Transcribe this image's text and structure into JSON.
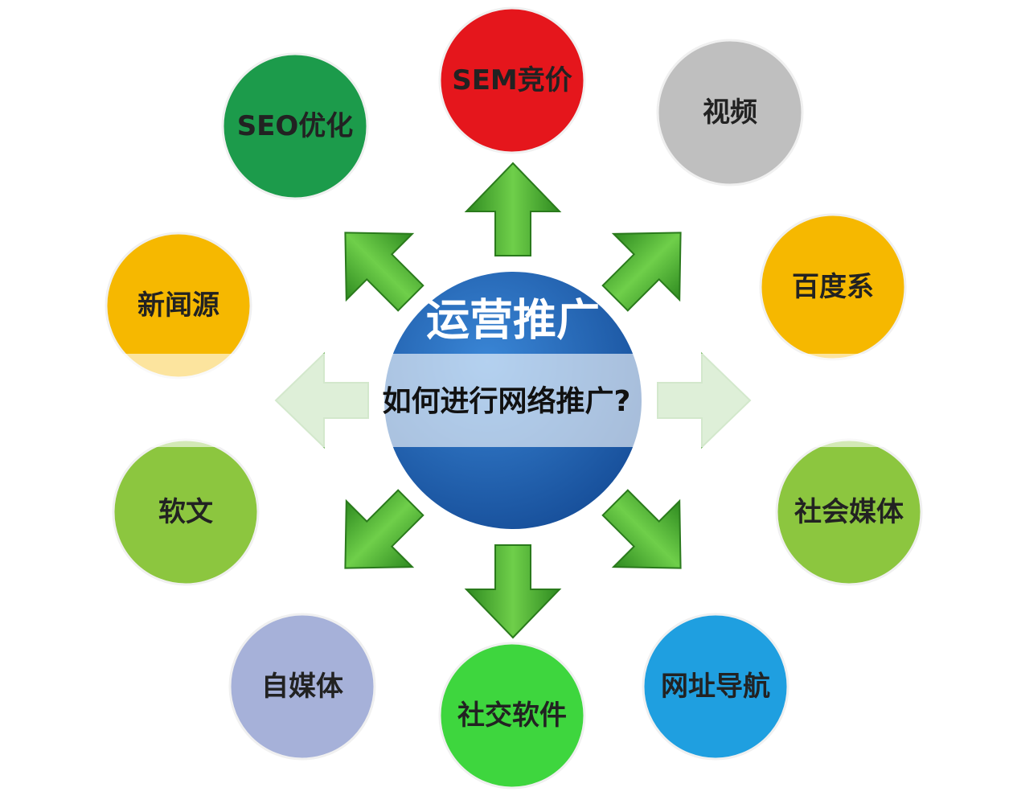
{
  "title": "如何进行网络推广?",
  "center": {
    "label": "运营推广",
    "color": "#1f63b5"
  },
  "arrow_color": "#3a9a2a",
  "nodes": [
    {
      "label": "SEM竞价",
      "color": "#e5161c"
    },
    {
      "label": "视频",
      "color": "#bfbfbf"
    },
    {
      "label": "百度系",
      "color": "#f6b800"
    },
    {
      "label": "社会媒体",
      "color": "#8cc63f"
    },
    {
      "label": "网址导航",
      "color": "#1f9fe0"
    },
    {
      "label": "社交软件",
      "color": "#3ed63e"
    },
    {
      "label": "自媒体",
      "color": "#a6b1d9"
    },
    {
      "label": "软文",
      "color": "#8cc63f"
    },
    {
      "label": "新闻源",
      "color": "#f6b800"
    },
    {
      "label": "SEO优化",
      "color": "#1c9b4b"
    }
  ]
}
